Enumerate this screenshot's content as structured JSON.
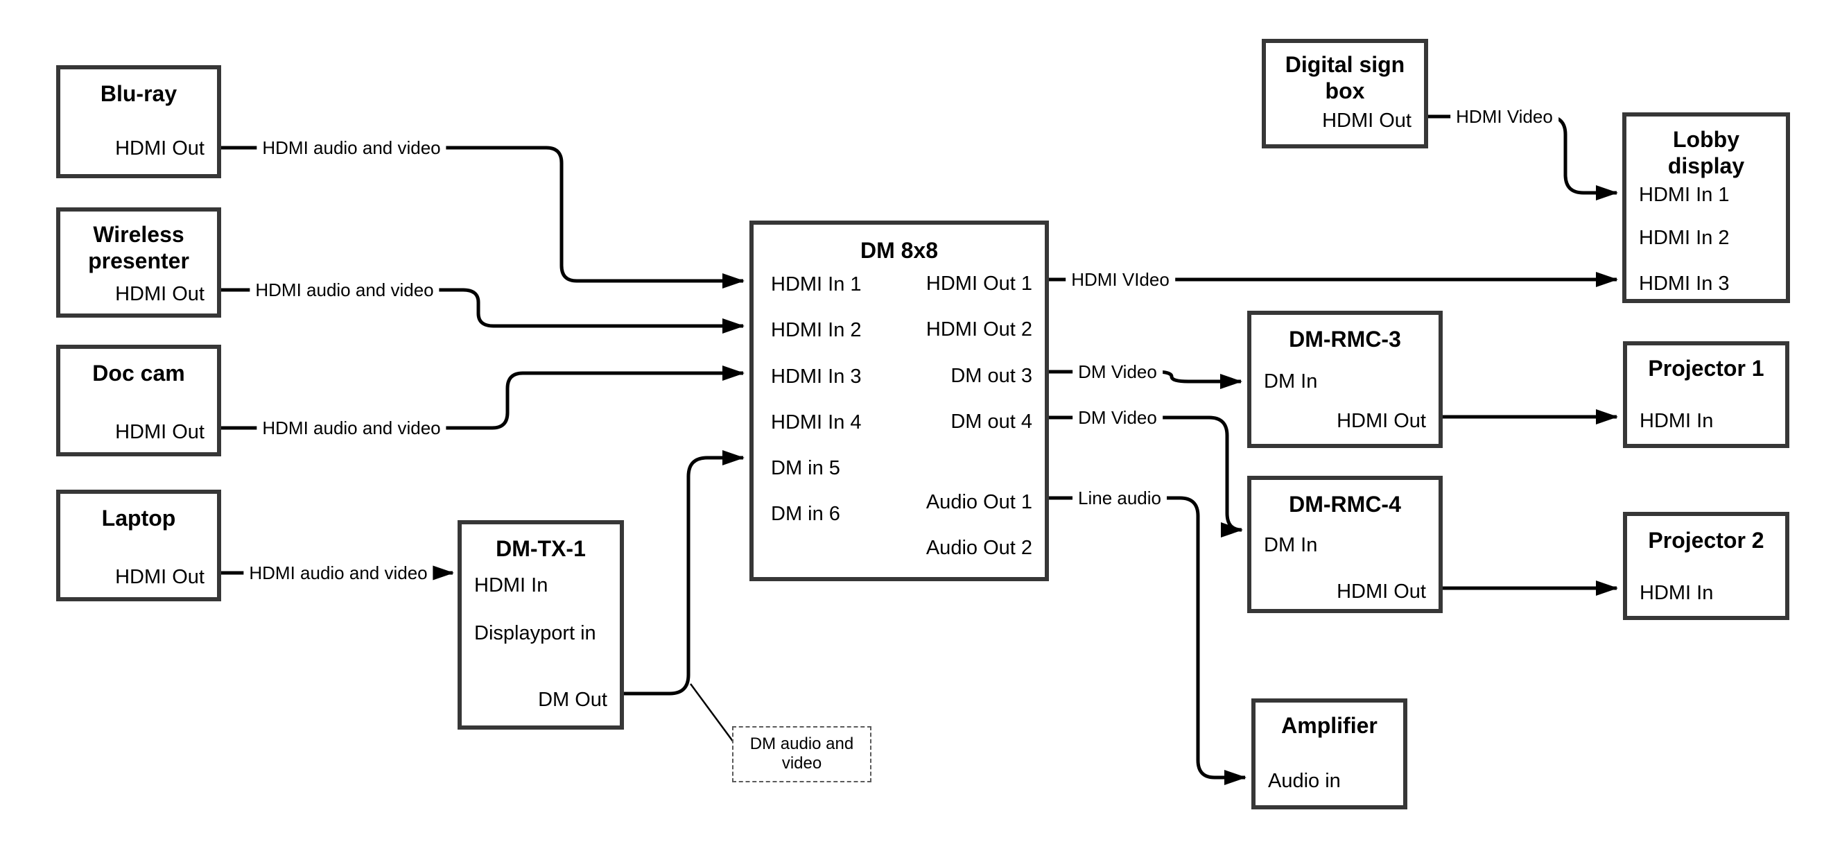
{
  "colors": {
    "background": "#ffffff",
    "wire": "#000000",
    "box_border": "#373737",
    "text": "#000000"
  },
  "nodes": {
    "bluray": {
      "title": "Blu-ray",
      "ports": {
        "hdmi_out": "HDMI Out"
      }
    },
    "wireless_presenter": {
      "title_lines": [
        "Wireless",
        "presenter"
      ],
      "ports": {
        "hdmi_out": "HDMI Out"
      }
    },
    "doc_cam": {
      "title": "Doc cam",
      "ports": {
        "hdmi_out": "HDMI Out"
      }
    },
    "laptop": {
      "title": "Laptop",
      "ports": {
        "hdmi_out": "HDMI Out"
      }
    },
    "dm_tx_1": {
      "title": "DM-TX-1",
      "ports": {
        "hdmi_in": "HDMI In",
        "displayport_in": "Displayport in",
        "dm_out": "DM Out"
      }
    },
    "dm_8x8": {
      "title": "DM 8x8",
      "inputs": [
        "HDMI In 1",
        "HDMI In 2",
        "HDMI In 3",
        "HDMI In 4",
        "DM in 5",
        "DM in 6"
      ],
      "outputs": [
        "HDMI Out 1",
        "HDMI Out 2",
        "DM out 3",
        "DM out 4",
        "Audio Out 1",
        "Audio Out 2"
      ]
    },
    "digital_sign_box": {
      "title_lines": [
        "Digital sign",
        "box"
      ],
      "ports": {
        "hdmi_out": "HDMI Out"
      }
    },
    "lobby_display": {
      "title_lines": [
        "Lobby",
        "display"
      ],
      "inputs": [
        "HDMI In 1",
        "HDMI In 2",
        "HDMI In 3"
      ]
    },
    "dm_rmc_3": {
      "title": "DM-RMC-3",
      "ports": {
        "dm_in": "DM In",
        "hdmi_out": "HDMI Out"
      }
    },
    "projector_1": {
      "title": "Projector 1",
      "ports": {
        "hdmi_in": "HDMI In"
      }
    },
    "dm_rmc_4": {
      "title": "DM-RMC-4",
      "ports": {
        "dm_in": "DM In",
        "hdmi_out": "HDMI Out"
      }
    },
    "projector_2": {
      "title": "Projector 2",
      "ports": {
        "hdmi_in": "HDMI In"
      }
    },
    "amplifier": {
      "title": "Amplifier",
      "ports": {
        "audio_in": "Audio in"
      }
    }
  },
  "wire_labels": {
    "bluray_to_dm8x8": "HDMI audio and video",
    "wireless_to_dm8x8": "HDMI audio and video",
    "doccam_to_dm8x8": "HDMI audio and video",
    "laptop_to_dmtx1": "HDMI audio and video",
    "hdmi_out1": "HDMI VIdeo",
    "dm_out3": "DM Video",
    "dm_out4": "DM Video",
    "audio_out1": "Line audio",
    "digital_sign": "HDMI Video"
  },
  "annotation": {
    "lines": [
      "DM audio and",
      "video"
    ]
  }
}
